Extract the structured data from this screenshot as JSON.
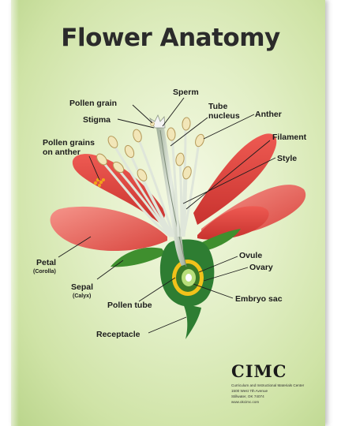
{
  "title": "Flower Anatomy",
  "labels": {
    "sperm": "Sperm",
    "pollen_grain": "Pollen grain",
    "tube_nucleus_1": "Tube",
    "tube_nucleus_2": "nucleus",
    "stigma": "Stigma",
    "anther": "Anther",
    "filament": "Filament",
    "pollen_on_anther_1": "Pollen grains",
    "pollen_on_anther_2": "on anther",
    "style": "Style",
    "petal": "Petal",
    "petal_sub": "(Corolla)",
    "sepal": "Sepal",
    "sepal_sub": "(Calyx)",
    "ovule": "Ovule",
    "ovary": "Ovary",
    "embryo_sac": "Embryo sac",
    "pollen_tube": "Pollen tube",
    "receptacle": "Receptacle"
  },
  "publisher": {
    "logo": "CIMC",
    "line1": "Curriculum and Instructional Materials Center",
    "line2": "1500 West 7th Avenue",
    "line3": "Stillwater, OK 74074",
    "line4": "www.okcimc.com"
  },
  "colors": {
    "petal": "#e0443e",
    "petal_light": "#f08a80",
    "sepal": "#3f8f2e",
    "ovary_wall": "#2e7d32",
    "ovule_ring": "#f2c21a",
    "style_tube": "#b9c6b2"
  }
}
